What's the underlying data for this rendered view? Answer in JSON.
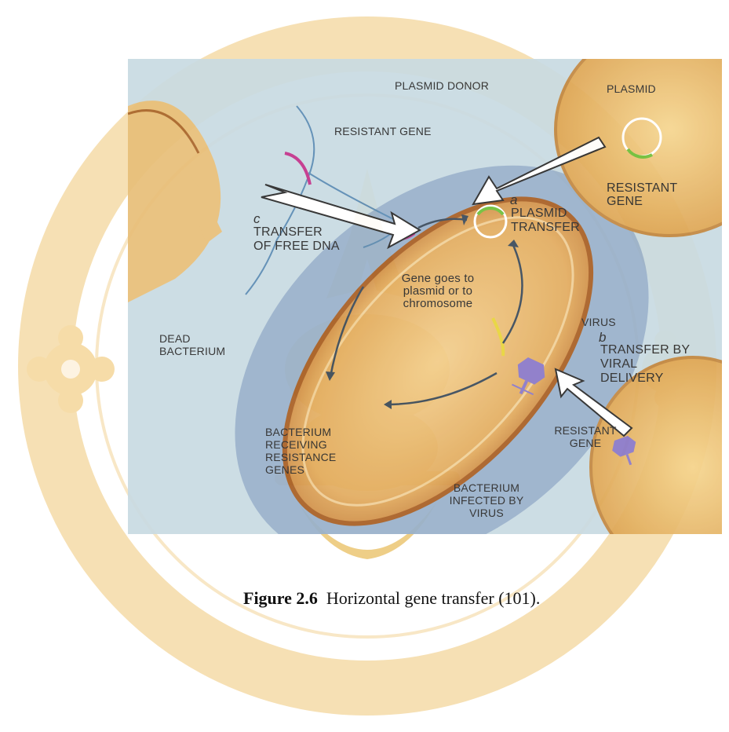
{
  "watermark": {
    "colors": {
      "ring": "#f6e0b4",
      "crest": "#f3d89a"
    }
  },
  "figure": {
    "labels": {
      "plasmid_donor": "PLASMID DONOR",
      "plasmid": "PLASMID",
      "resistant_gene_top": "RESISTANT GENE",
      "resistant_gene_right": "RESISTANT GENE",
      "resistant_gene_bottom": "RESISTANT GENE",
      "step_a": "a",
      "plasmid_transfer": "PLASMID TRANSFER",
      "step_b": "b",
      "transfer_viral": "TRANSFER BY VIRAL DELIVERY",
      "step_c": "c",
      "transfer_free_dna": "TRANSFER OF FREE DNA",
      "gene_goes": "Gene goes to plasmid or to chromosome",
      "virus": "VIRUS",
      "dead_bacterium": "DEAD BACTERIUM",
      "bacterium_receiving": "BACTERIUM RECEIVING RESISTANCE GENES",
      "bacterium_infected": "BACTERIUM INFECTED BY VIRUS"
    },
    "colors": {
      "background": "#c9dbe2",
      "cell_fill": "#e7b96c",
      "cell_rim": "#b36a2a",
      "resistant_gene": "#6fbf3a",
      "free_dna_gene": "#c2328a",
      "virus": "#8a78c8"
    }
  },
  "caption": {
    "label": "Figure 2.6",
    "text": "Horizontal gene transfer (101)."
  }
}
